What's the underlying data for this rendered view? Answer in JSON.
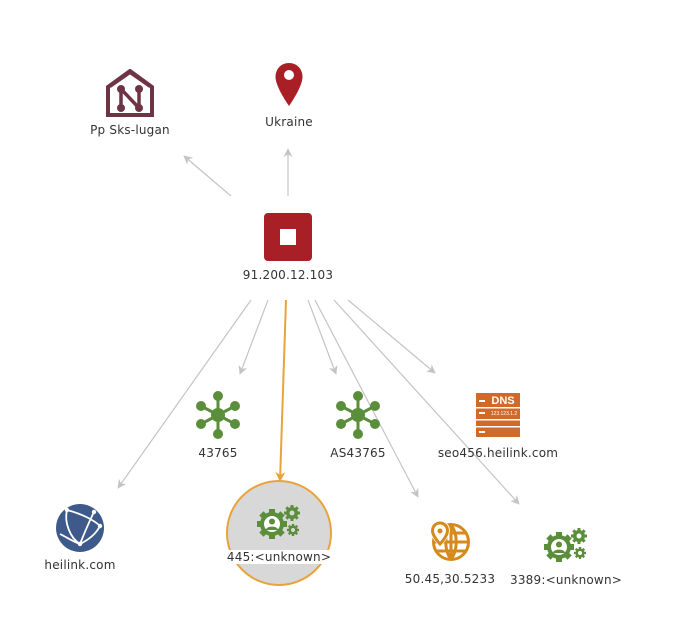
{
  "graph": {
    "colors": {
      "edge": "#c4c4c4",
      "edge_selected": "#e8a33d",
      "ip": "#a82025",
      "org": "#6e3445",
      "location": "#a82025",
      "asn": "#5a8e3a",
      "dns": "#d06a2b",
      "domain": "#3d5a8a",
      "geo": "#d68a1c",
      "port": "#5a8e3a"
    },
    "center": {
      "id": "ip",
      "label": "91.200.12.103",
      "type": "ip-address",
      "icon": "ip-address-icon"
    },
    "nodes": [
      {
        "id": "org",
        "label": "Pp Sks-lugan",
        "type": "organization",
        "icon": "organization-house-icon"
      },
      {
        "id": "country",
        "label": "Ukraine",
        "type": "location",
        "icon": "map-pin-icon"
      },
      {
        "id": "asn-num",
        "label": "43765",
        "type": "as-number",
        "icon": "network-hub-icon"
      },
      {
        "id": "asn-name",
        "label": "AS43765",
        "type": "as-name",
        "icon": "network-hub-icon"
      },
      {
        "id": "dns",
        "label": "seo456.heilink.com",
        "type": "dns-name",
        "icon": "dns-record-icon"
      },
      {
        "id": "domain",
        "label": "heilink.com",
        "type": "domain",
        "icon": "globe-network-icon"
      },
      {
        "id": "port445",
        "label": "445:<unknown>",
        "type": "port",
        "icon": "gears-service-icon",
        "selected": true
      },
      {
        "id": "geo",
        "label": "50.45,30.5233",
        "type": "geo-coordinates",
        "icon": "globe-pin-icon"
      },
      {
        "id": "port3389",
        "label": "3389:<unknown>",
        "type": "port",
        "icon": "gears-service-icon"
      }
    ],
    "edges": [
      {
        "from": "ip",
        "to": "org"
      },
      {
        "from": "ip",
        "to": "country"
      },
      {
        "from": "ip",
        "to": "domain"
      },
      {
        "from": "ip",
        "to": "asn-num"
      },
      {
        "from": "ip",
        "to": "port445",
        "selected": true
      },
      {
        "from": "ip",
        "to": "asn-name"
      },
      {
        "from": "ip",
        "to": "geo"
      },
      {
        "from": "ip",
        "to": "port3389"
      },
      {
        "from": "ip",
        "to": "dns"
      }
    ]
  }
}
